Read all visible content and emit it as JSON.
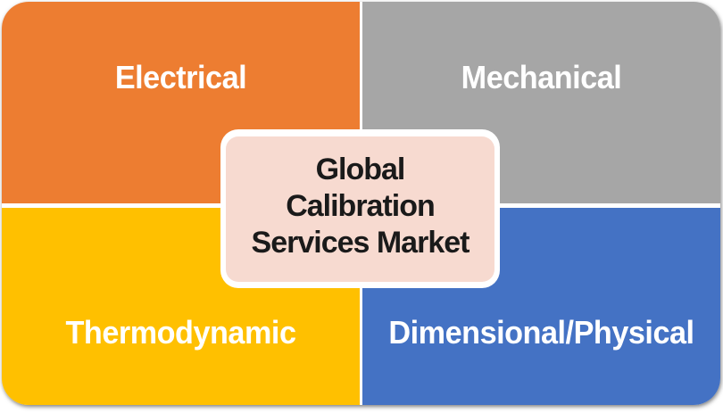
{
  "figure": {
    "center_card": {
      "title_lines": [
        "Global",
        "Calibration",
        "Services Market"
      ],
      "background": "#F7DAD0",
      "border_color": "#FFFFFF",
      "text_color": "#1A1A1A"
    },
    "quadrants": [
      {
        "label": "Electrical",
        "color": "#ED7D31",
        "position": "top-left"
      },
      {
        "label": "Mechanical",
        "color": "#A6A6A6",
        "position": "top-right"
      },
      {
        "label": "Thermodynamic",
        "color": "#FFC000",
        "position": "bottom-left"
      },
      {
        "label": "Dimensional/Physical",
        "color": "#4472C4",
        "position": "bottom-right"
      }
    ]
  }
}
